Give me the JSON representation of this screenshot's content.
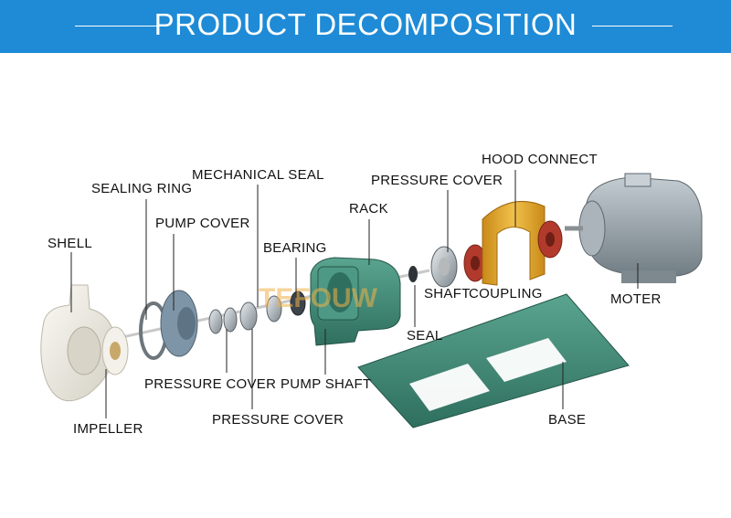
{
  "banner": {
    "title": "PRODUCT DECOMPOSITION"
  },
  "watermark": "TEFOUW",
  "labels": {
    "shell": "SHELL",
    "sealing_ring": "SEALING RING",
    "pump_cover": "PUMP COVER",
    "mechanical_seal": "MECHANICAL SEAL",
    "bearing": "BEARING",
    "rack": "RACK",
    "pressure_cover_top": "PRESSURE COVER",
    "hood_connect": "HOOD  CONNECT",
    "shaft": "SHAFT",
    "coupling": "COUPLING",
    "seal": "SEAL",
    "moter": "MOTER",
    "pressure_cover_mid": "PRESSURE COVER",
    "pump_shaft": "PUMP SHAFT",
    "pressure_cover_bottom": "PRESSURE COVER",
    "impeller": "IMPELLER",
    "base": "BASE"
  },
  "colors": {
    "banner": "#1f8bd6",
    "pump_green": "#3f8f7a",
    "motor_grey": "#9aa6ad",
    "coupling_red": "#b23a2c",
    "hood_yellow": "#e0a82c",
    "shell_white": "#efece4"
  }
}
